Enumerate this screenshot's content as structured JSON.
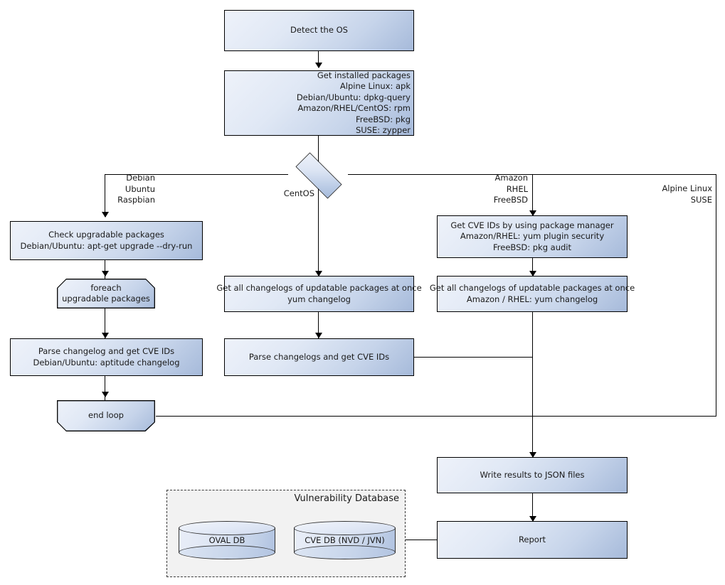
{
  "diagram": {
    "title": "Vulnerability scanner workflow flowchart",
    "colors": {
      "node_fill_light": "#eef2fa",
      "node_fill_dark": "#a6bada",
      "node_border": "#000000",
      "group_fill": "#f2f2f2",
      "group_border": "#3a3a3a",
      "connector": "#000000"
    }
  },
  "nodes": {
    "detect_os": {
      "label": "Detect the OS"
    },
    "get_installed_packages": {
      "lines": [
        "Get installed packages",
        "Alpine Linux: apk",
        "Debian/Ubuntu: dpkg-query",
        "Amazon/RHEL/CentOS: rpm",
        "FreeBSD: pkg",
        "SUSE: zypper"
      ]
    },
    "os_decision": {
      "label": ""
    },
    "check_upgradable": {
      "lines": [
        "Check upgradable packages",
        "Debian/Ubuntu: apt-get upgrade --dry-run"
      ]
    },
    "foreach_loop": {
      "lines": [
        "foreach",
        "upgradable  packages"
      ]
    },
    "parse_changelog_debian": {
      "lines": [
        "Parse changelog and get  CVE IDs",
        "Debian/Ubuntu: aptitude changelog"
      ]
    },
    "end_loop": {
      "label": "end loop"
    },
    "get_changelogs_centos": {
      "lines": [
        "Get all changelogs of updatable packages at once",
        "yum changelog"
      ]
    },
    "parse_changelogs_centos": {
      "label": "Parse changelogs and get CVE IDs"
    },
    "get_cve_ids_pkgmgr": {
      "lines": [
        "Get CVE IDs by using package manager",
        "Amazon/RHEL: yum plugin security",
        "FreeBSD: pkg audit"
      ]
    },
    "get_changelogs_rhel": {
      "lines": [
        "Get all changelogs of updatable packages at once",
        "Amazon / RHEL: yum changelog"
      ]
    },
    "write_results": {
      "label": "Write results to JSON files"
    },
    "report": {
      "label": "Report"
    }
  },
  "branch_labels": {
    "debian": [
      "Debian",
      "Ubuntu",
      "Raspbian"
    ],
    "centos": [
      "CentOS"
    ],
    "amazon": [
      "Amazon",
      "RHEL",
      "FreeBSD"
    ],
    "alpine": [
      "Alpine Linux",
      "SUSE"
    ]
  },
  "vulnerability_database": {
    "title": "Vulnerability Database",
    "databases": [
      {
        "label": "OVAL DB"
      },
      {
        "label": "CVE DB (NVD / JVN)"
      }
    ]
  }
}
